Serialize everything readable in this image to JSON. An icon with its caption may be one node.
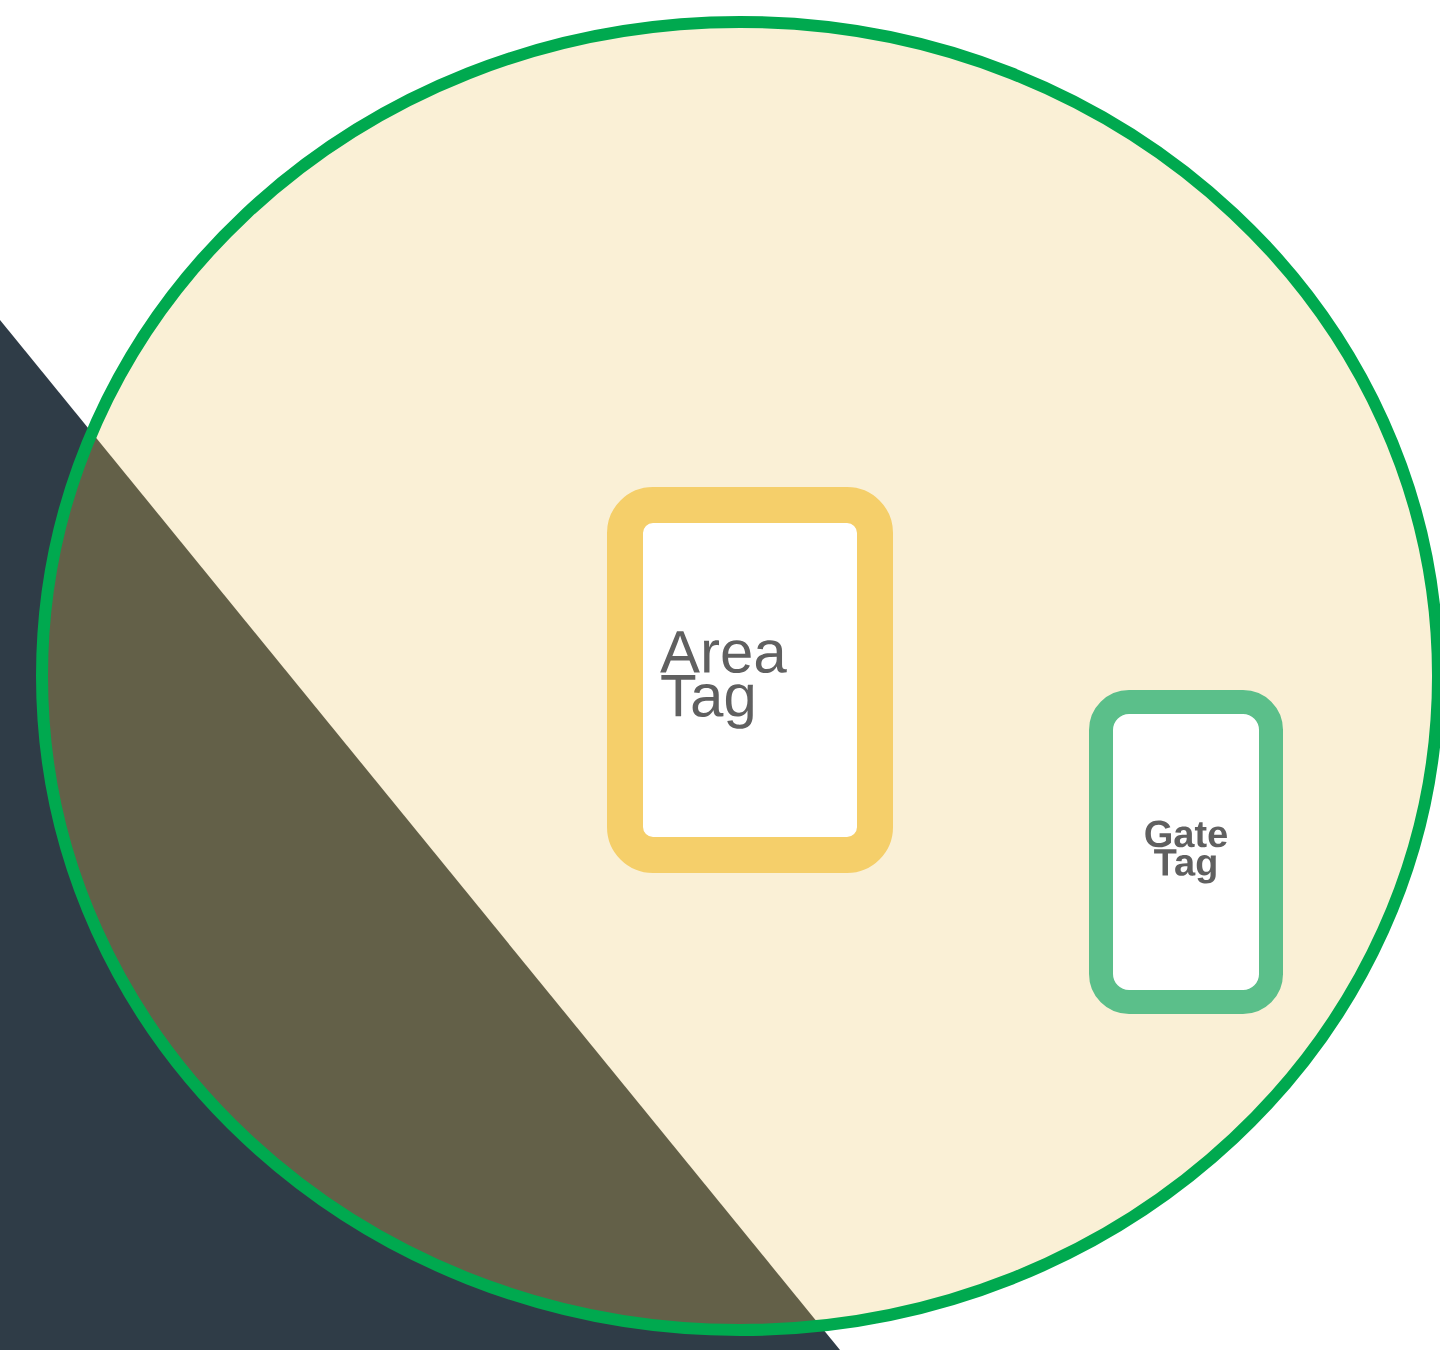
{
  "diagram": {
    "nodes": [
      {
        "text": [],
        "shape": "circle"
      },
      {
        "text": [
          "Area Tag"
        ],
        "in": 0
      },
      {
        "text": [
          "Gate Tag"
        ],
        "in": 0
      }
    ]
  }
}
